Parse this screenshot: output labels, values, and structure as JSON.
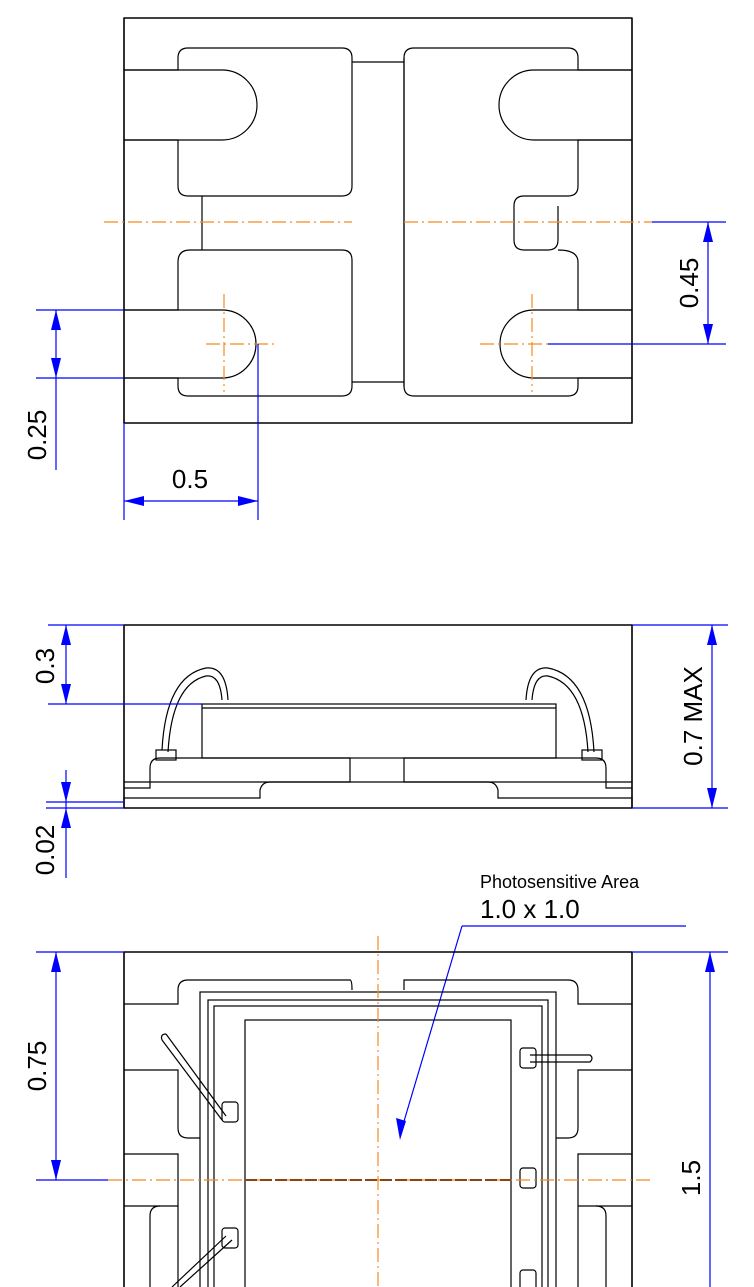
{
  "dimensions": {
    "pad_pitch_half": "0.45",
    "pad_radius_offset": "0.25",
    "pad_center_x": "0.5",
    "die_top_gap": "0.3",
    "total_height": "0.7 MAX",
    "standoff": "0.02",
    "half_length": "0.75",
    "total_length": "1.5"
  },
  "notes": {
    "photosensitive_label": "Photosensitive Area",
    "photosensitive_size": "1.0 x 1.0"
  },
  "colors": {
    "outline": "#000000",
    "dimension": "#0000ff",
    "centerline": "#f28c1e"
  }
}
